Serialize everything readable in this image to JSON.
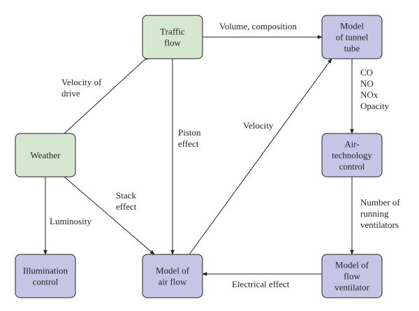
{
  "colors": {
    "green_fill": "#d5e8cf",
    "blue_fill": "#c5c5e6",
    "stroke": "#231f20"
  },
  "nodes": {
    "traffic_flow": {
      "lines": [
        "Traffic",
        "flow"
      ],
      "fill": "green"
    },
    "weather": {
      "lines": [
        "Weather"
      ],
      "fill": "green"
    },
    "model_tunnel_tube": {
      "lines": [
        "Model",
        "of tunnel",
        "tube"
      ],
      "fill": "blue"
    },
    "air_technology_control": {
      "lines": [
        "Air-",
        "technology",
        "control"
      ],
      "fill": "blue"
    },
    "illumination_control": {
      "lines": [
        "Illumination",
        "control"
      ],
      "fill": "blue"
    },
    "model_air_flow": {
      "lines": [
        "Model of",
        "air flow"
      ],
      "fill": "blue"
    },
    "model_flow_ventilator": {
      "lines": [
        "Model of",
        "flow",
        "ventilator"
      ],
      "fill": "blue"
    }
  },
  "edges": [
    {
      "id": "volume-composition",
      "from": "traffic_flow",
      "to": "model_tunnel_tube",
      "label_lines": [
        "Volume, composition"
      ]
    },
    {
      "id": "velocity-of-drive",
      "from": "weather",
      "to": "traffic_flow",
      "label_lines": [
        "Velocity of",
        "drive"
      ]
    },
    {
      "id": "piston-effect",
      "from": "traffic_flow",
      "to": "model_air_flow",
      "label_lines": [
        "Piston",
        "effect"
      ]
    },
    {
      "id": "velocity",
      "from": "model_air_flow",
      "to": "model_tunnel_tube",
      "label_lines": [
        "Velocity"
      ]
    },
    {
      "id": "emissions",
      "from": "model_tunnel_tube",
      "to": "air_technology_control",
      "label_lines": [
        "CO",
        "NO",
        "NOx",
        "",
        "Opacity"
      ]
    },
    {
      "id": "stack-effect",
      "from": "weather",
      "to": "model_air_flow",
      "label_lines": [
        "Stack",
        "effect"
      ]
    },
    {
      "id": "luminosity",
      "from": "weather",
      "to": "illumination_control",
      "label_lines": [
        "Luminosity"
      ]
    },
    {
      "id": "number-of-running-ventilators",
      "from": "air_technology_control",
      "to": "model_flow_ventilator",
      "label_lines": [
        "Number of",
        "running",
        "ventilators"
      ]
    },
    {
      "id": "electrical-effect",
      "from": "model_flow_ventilator",
      "to": "model_air_flow",
      "label_lines": [
        "Electrical effect"
      ]
    }
  ]
}
